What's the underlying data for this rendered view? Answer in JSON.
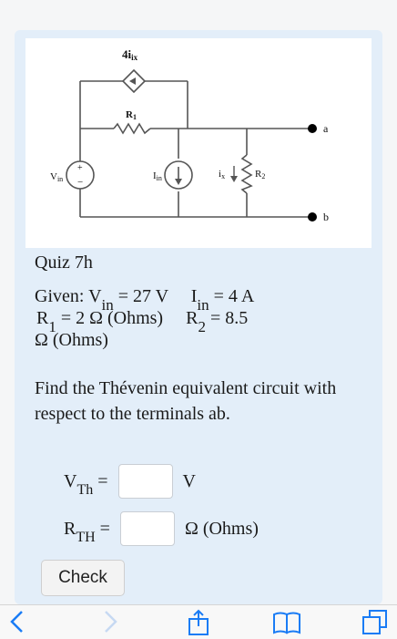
{
  "circuit": {
    "labels": {
      "dependent_source": "4i",
      "dependent_source_sub": "ix",
      "r1": "R",
      "r1_sub": "1",
      "r2": "R",
      "r2_sub": "2",
      "vin": "V",
      "vin_sub": "in",
      "iin": "I",
      "iin_sub": "in",
      "ix": "i",
      "ix_sub": "x",
      "terminal_a": "a",
      "terminal_b": "b"
    }
  },
  "quiz": {
    "title": "Quiz 7h",
    "given_prefix": "Given: V",
    "vin_sub": "in",
    "vin_val": "= 27 V",
    "iin_label": "I",
    "iin_sub": "in",
    "iin_val": "= 4 A",
    "r1_label": "R",
    "r1_sub": "1",
    "r1_val": "= 2 Ω (Ohms)",
    "r2_label": "R",
    "r2_sub": "2",
    "r2_val": "= 8.5",
    "r2_unit": "Ω (Ohms)",
    "task": "Find the Thévenin equivalent circuit with respect to the terminals ab."
  },
  "answers": {
    "vth_label": "V",
    "vth_sub": "Th",
    "vth_eq": "=",
    "vth_value": "",
    "vth_unit": "V",
    "rth_label": "R",
    "rth_sub": "TH",
    "rth_eq": "=",
    "rth_value": "",
    "rth_unit": "Ω (Ohms)"
  },
  "check_label": "Check",
  "toolbar": {
    "icons": [
      "back-icon",
      "forward-icon",
      "share-icon",
      "bookmarks-icon",
      "tabs-icon"
    ]
  },
  "colors": {
    "card": "#e3eef9",
    "toolbar_active": "#1a7cf5",
    "toolbar_disabled": "#c6d9f2"
  }
}
